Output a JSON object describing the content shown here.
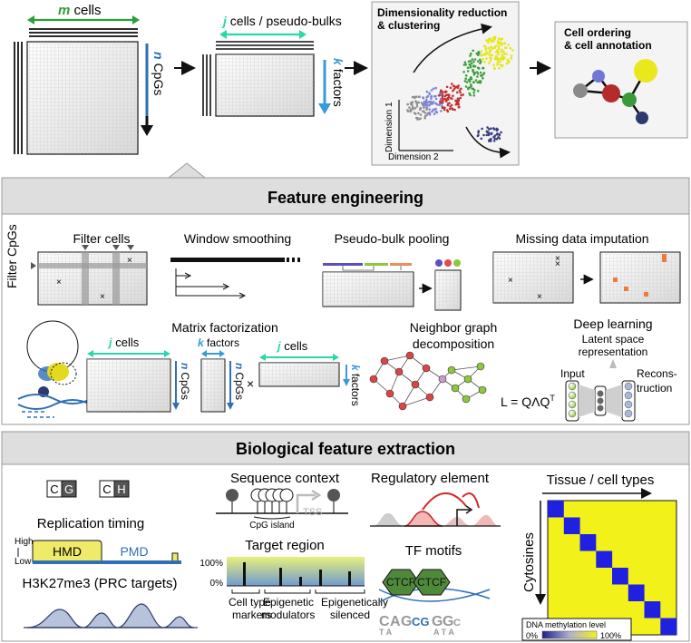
{
  "top": {
    "m_var": "m",
    "m_label": " cells",
    "n_var": "n",
    "n_label": "CpGs",
    "j_var": "j",
    "j_label": " cells / pseudo-bulks",
    "k_var": "k",
    "k_label": "factors",
    "dr_title_1": "Dimensionality reduction",
    "dr_title_2": "& clustering",
    "dim1": "Dimension 1",
    "dim2": "Dimension 2",
    "co_title_1": "Cell ordering",
    "co_title_2": "& cell annotation"
  },
  "feature_engineering": {
    "header": "Feature engineering",
    "filter_cpgs": "Filter CpGs",
    "filter_cells": "Filter cells",
    "window_smoothing": "Window smoothing",
    "pseudo_bulk": "Pseudo-bulk pooling",
    "missing_data": "Missing data imputation",
    "matrix_fact": "Matrix factorization",
    "mf_j_var": "j",
    "mf_j_label": " cells",
    "mf_k_var": "k",
    "mf_k_label": " factors",
    "mf_n_var": "n",
    "mf_n_label": "CpGs",
    "mf_j2_var": "j",
    "mf_j2_label": " cells",
    "mf_k2_var": "k",
    "mf_k2_label": "factors",
    "times": "×",
    "neighbor_1": "Neighbor graph",
    "neighbor_2": "decomposition",
    "equation": "L = QΛQ",
    "equation_sup": "T",
    "deep_learning": "Deep learning",
    "latent_1": "Latent space",
    "latent_2": "representation",
    "input": "Input",
    "recon_1": "Recons-",
    "recon_2": "truction"
  },
  "biological": {
    "header": "Biological feature extraction",
    "cg_c": "C",
    "cg_g": "G",
    "ch_c": "C",
    "ch_h": "H",
    "replication": "Replication timing",
    "high": "High",
    "low": "Low",
    "hmd": "HMD",
    "pmd": "PMD",
    "h3k27": "H3K27me3 (PRC targets)",
    "sequence_context": "Sequence context",
    "tss": "TSS",
    "cpg_island": "CpG island",
    "target_region": "Target region",
    "pct100": "100%",
    "pct0": "0%",
    "cell_type_1": "Cell type",
    "cell_type_2": "markers",
    "epi_mod_1": "Epigenetic",
    "epi_mod_2": "modulators",
    "epi_sil_1": "Epigenetically",
    "epi_sil_2": "silenced",
    "regulatory": "Regulatory element",
    "tf_motifs": "TF motifs",
    "ctcf1": "CTCF",
    "ctcf2": "CTCF",
    "tissue": "Tissue / cell types",
    "cytosines": "Cytosines",
    "dna_meth": "DNA methylation level",
    "scale_0": "0%",
    "scale_100": "100%"
  },
  "colors": {
    "green": "#2e9e3a",
    "blue": "#2f6fb5",
    "teal": "#28d8a8",
    "sky": "#3a9ad9",
    "red": "#b52a2a",
    "yellow": "#f2f21a",
    "navy": "#2d3a6e",
    "lightgreen": "#8ec63f",
    "purple": "#6b5fc7"
  }
}
